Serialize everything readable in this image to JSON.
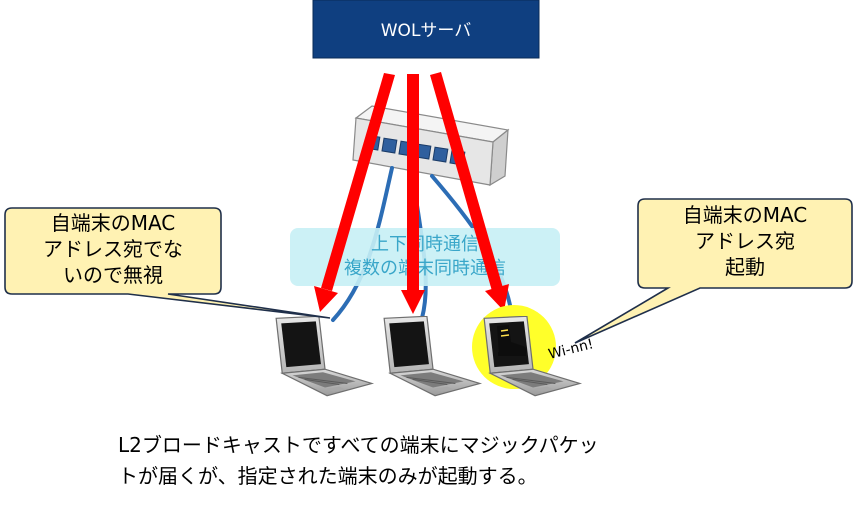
{
  "server": {
    "label": "WOLサーバ"
  },
  "overlay": {
    "line1": "上下同時通信",
    "line2": "複数の端末同時通信"
  },
  "callout_left": {
    "line1": "自端末のMAC",
    "line2": "アドレス宛でな",
    "line3": "いので無視"
  },
  "callout_right": {
    "line1": "自端末のMAC",
    "line2": "アドレス宛",
    "line3": "起動"
  },
  "wakeup_text": "Wi-nn!",
  "caption": {
    "line1": "L2ブロードキャストですべての端末にマジックパケッ",
    "line2": "トが届くが、指定された端末のみが起動する。"
  },
  "colors": {
    "server_fill": "#0f3f80",
    "arrow_red": "#ff0000",
    "cable_blue": "#2c6db5",
    "callout_fill": "#fff2b3",
    "overlay_fill": "#c6f0f5",
    "glow_yellow": "#ffff2a"
  }
}
